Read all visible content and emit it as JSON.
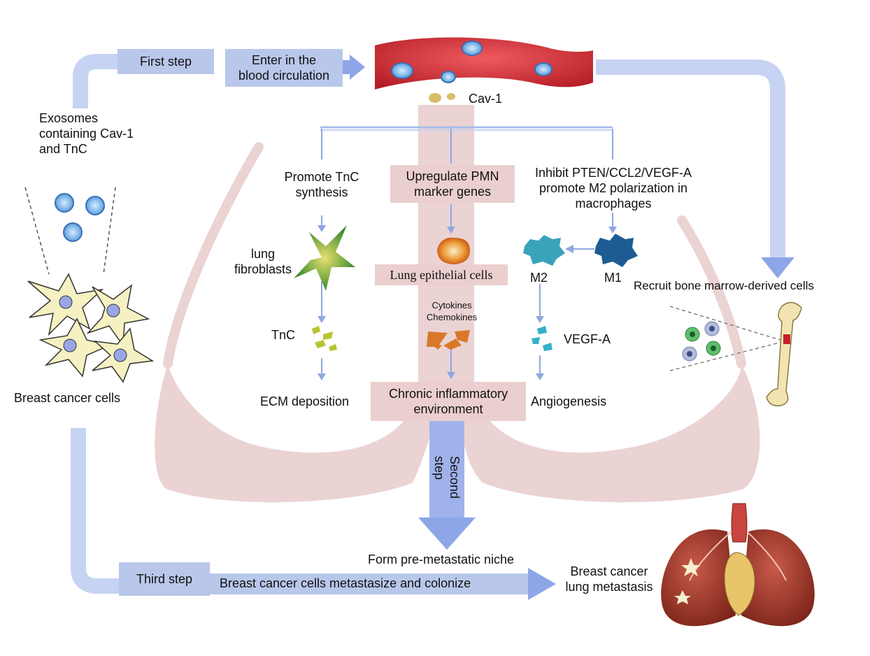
{
  "colors": {
    "flow_arrow": "#b7c6ee",
    "flow_arrow_dark": "#8ea6e8",
    "step_box": "#b9c7ea",
    "lung_bg": "#ead2d2",
    "label_box": "#ebcfcf",
    "vessel": "#c9232b",
    "thin_arrow": "#8fa6e0"
  },
  "steps": {
    "first": "First step",
    "enter_line1": "Enter in the",
    "enter_line2": "blood circulation",
    "second": "Second step",
    "third": "Third step",
    "metastasize": "Breast cancer cells metastasize and colonize"
  },
  "left": {
    "exosomes_line1": "Exosomes",
    "exosomes_line2": "containing Cav-1",
    "exosomes_line3": "and TnC",
    "cells_label": "Breast cancer cells"
  },
  "center": {
    "cav1": "Cav-1",
    "promote_line1": "Promote TnC",
    "promote_line2": "synthesis",
    "upregulate_line1": "Upregulate PMN",
    "upregulate_line2": "marker genes",
    "inhibit_line1": "Inhibit PTEN/CCL2/VEGF-A",
    "inhibit_line2": "promote M2 polarization in",
    "inhibit_line3": "macrophages",
    "fibro_line1": "lung",
    "fibro_line2": "fibroblasts",
    "epithelial": "Lung epithelial cells",
    "m2": "M2",
    "m1": "M1",
    "tnc": "TnC",
    "cytokines": "Cytokines",
    "chemokines": "Chemokines",
    "vegfa": "VEGF-A",
    "ecm": "ECM deposition",
    "chronic_line1": "Chronic inflammatory",
    "chronic_line2": "environment",
    "angio": "Angiogenesis",
    "niche": "Form pre-metastatic niche"
  },
  "right": {
    "recruit": "Recruit bone marrow-derived cells",
    "outcome_line1": "Breast cancer",
    "outcome_line2": "lung metastasis"
  }
}
